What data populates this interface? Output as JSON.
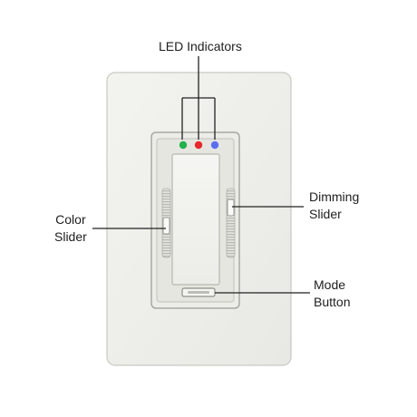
{
  "labels": {
    "led_indicators": "LED Indicators",
    "color_slider": [
      "Color",
      "Slider"
    ],
    "dimming_slider": [
      "Dimming",
      "Slider"
    ],
    "mode_button": [
      "Mode",
      "Button"
    ]
  },
  "icons": {
    "led_green": "#22b14c",
    "led_red": "#e8282b",
    "led_blue": "#5b6ef0"
  },
  "colors": {
    "plate": "#efefeb",
    "plate_border": "#c9c9c3",
    "leader_line": "#222222",
    "text": "#1e1e1e"
  }
}
